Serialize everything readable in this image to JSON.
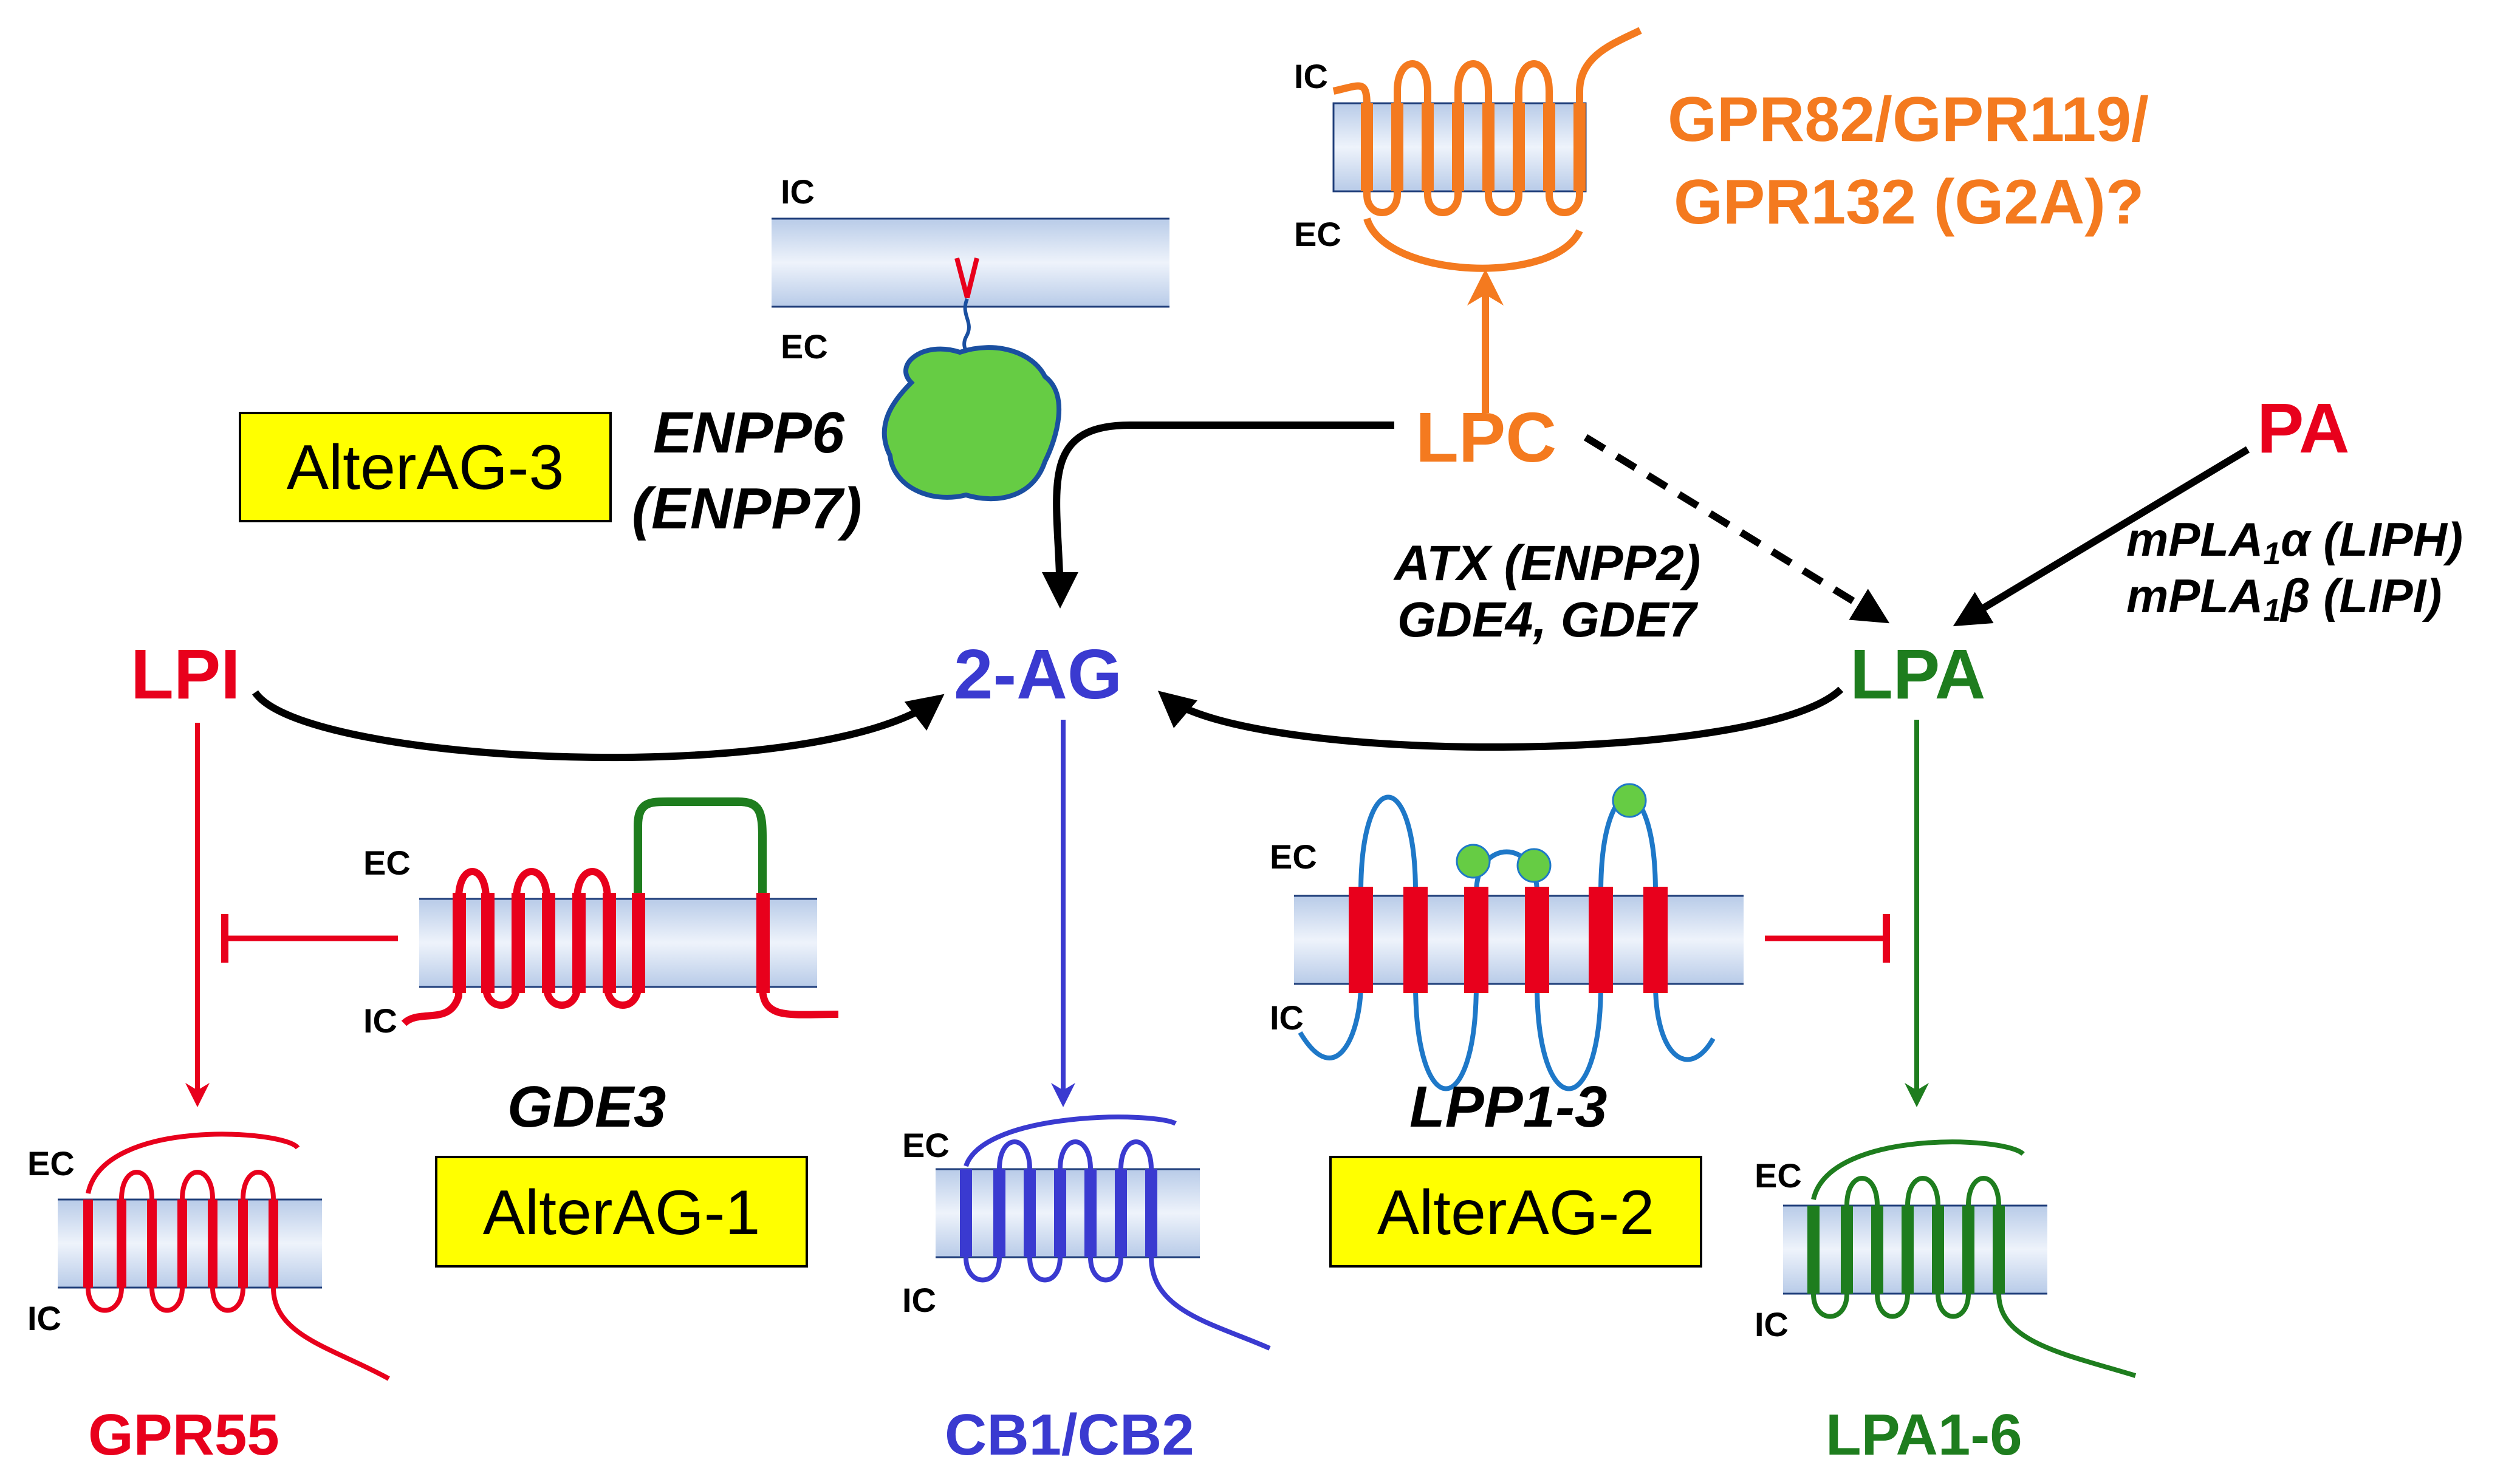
{
  "colors": {
    "red": "#e8001c",
    "orange": "#f47a1f",
    "blue": "#3a3ad0",
    "green": "#1e7d1e",
    "black": "#000000",
    "membrane_top": "#c8d7ee",
    "membrane_mid": "#e9f0fa",
    "box_yellow": "#ffff00",
    "blob_green": "#66cc44",
    "blob_edge": "#1a4fa0",
    "lpp_blue": "#1e78c8",
    "dot_green": "#66cc44"
  },
  "metabolites": {
    "lpc": "LPC",
    "pa": "PA",
    "lpi": "LPI",
    "two_ag": "2-AG",
    "lpa": "LPA"
  },
  "receptors": {
    "gpr82_line1": "GPR82/GPR119/",
    "gpr82_line2": "GPR132 (G2A)?",
    "gpr55": "GPR55",
    "cb": "CB1/CB2",
    "lpa16": "LPA1-6"
  },
  "enzymes": {
    "enpp6": "ENPP6",
    "enpp7": "(ENPP7)",
    "atx_line1": "ATX (ENPP2)",
    "atx_line2": "GDE4, GDE7",
    "mpla_alpha_prefix": "mPLA",
    "mpla_sub": "1",
    "mpla_alpha_suffix": "α (LIPH)",
    "mpla_beta_suffix": "β (LIPI)",
    "gde3": "GDE3",
    "lpp": "LPP1-3"
  },
  "boxes": {
    "alterag1": "AlterAG-1",
    "alterag2": "AlterAG-2",
    "alterag3": "AlterAG-3"
  },
  "membrane_labels": {
    "ic": "IC",
    "ec": "EC"
  }
}
